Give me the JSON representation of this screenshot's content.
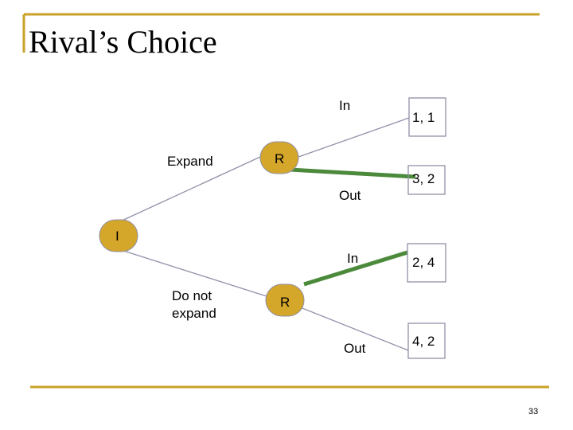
{
  "slide": {
    "title": "Rival’s Choice",
    "page_number": "33",
    "accent_color": "#C9A227",
    "node_fill": "#D4A62A",
    "highlight_color": "#4C8A3B",
    "line_color": "#9090A8"
  },
  "tree": {
    "root": {
      "label": "I"
    },
    "branches": {
      "expand": "Expand",
      "do_not_expand_line1": "Do not",
      "do_not_expand_line2": "expand"
    },
    "upper_rival": {
      "label": "R",
      "in": "In",
      "out": "Out",
      "payoff_in": "1, 1",
      "payoff_out": "3, 2",
      "chosen": "Out"
    },
    "lower_rival": {
      "label": "R",
      "in": "In",
      "out": "Out",
      "payoff_in": "2, 4",
      "payoff_out": "4, 2",
      "chosen": "In"
    }
  }
}
